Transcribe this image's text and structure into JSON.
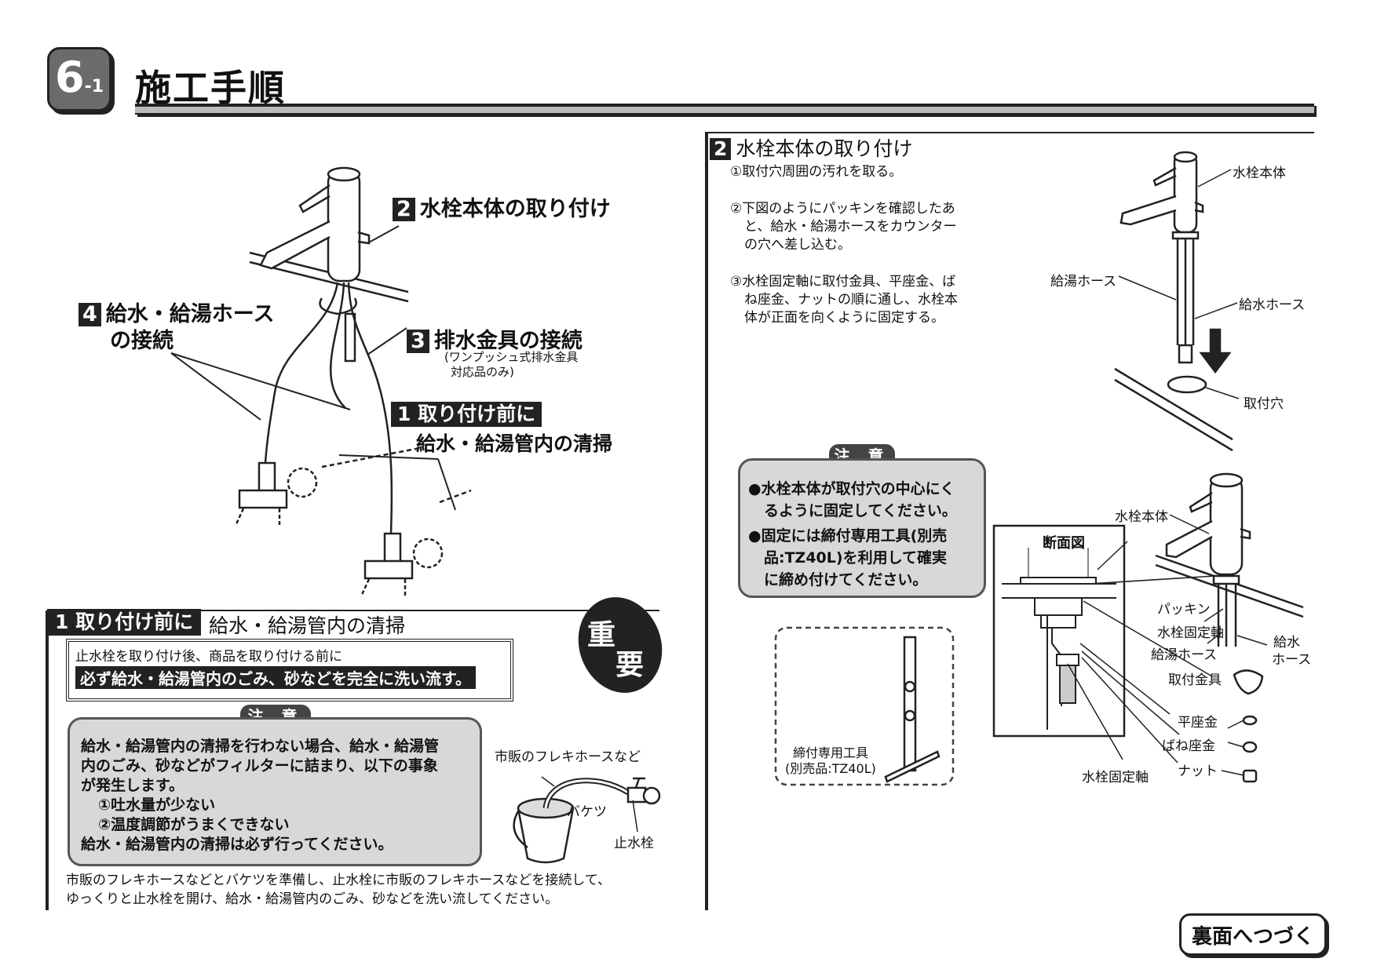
{
  "header": {
    "section_number": "6",
    "section_sub": "-1",
    "title": "施工手順"
  },
  "overview": {
    "step2": {
      "num": "2",
      "label": "水栓本体の取り付け"
    },
    "step4": {
      "num": "4",
      "label_line1": "給水・給湯ホース",
      "label_line2": "の接続"
    },
    "step3": {
      "num": "3",
      "label": "排水金具の接続",
      "sub1": "(ワンプッシュ式排水金具",
      "sub2": "対応品のみ)"
    },
    "step1": {
      "label": "1 取り付け前に",
      "sub": "給水・給湯管内の清掃"
    }
  },
  "section1": {
    "heading_tag": "1 取り付け前に",
    "heading_text": "給水・給湯管内の清掃",
    "important_badge": [
      "重",
      "要"
    ],
    "important_line1": "止水栓を取り付け後、商品を取り付ける前に",
    "important_line2": "必ず給水・給湯管内のごみ、砂などを完全に洗い流す。",
    "caution_label": "注 意",
    "caution_lines": [
      "給水・給湯管内の清掃を行わない場合、給水・給湯管",
      "内のごみ、砂などがフィルターに詰まり、以下の事象",
      "が発生します。",
      "①吐水量が少ない",
      "②温度調節がうまくできない",
      "給水・給湯管内の清掃は必ず行ってください。"
    ],
    "illus_labels": {
      "hose": "市販のフレキホースなど",
      "bucket": "バケツ",
      "stopcock": "止水栓"
    },
    "footer_line1": "市販のフレキホースなどとバケツを準備し、止水栓に市販のフレキホースなどを接続して、",
    "footer_line2": "ゆっくりと止水栓を開け、給水・給湯管内のごみ、砂などを洗い流してください。"
  },
  "section2": {
    "num": "2",
    "heading": "水栓本体の取り付け",
    "steps": [
      "①取付穴周囲の汚れを取る。",
      "②下図のようにパッキンを確認したあ",
      "と、給水・給湯ホースをカウンター",
      "の穴へ差し込む。",
      "③水栓固定軸に取付金具、平座金、ば",
      "ね座金、ナットの順に通し、水栓本",
      "体が正面を向くように固定する。"
    ],
    "top_labels": {
      "body": "水栓本体",
      "hot_hose": "給湯ホース",
      "cold_hose": "給水ホース",
      "hole": "取付穴"
    },
    "caution_label": "注 意",
    "caution_lines": [
      "●水栓本体が取付穴の中心にく",
      "るように固定してください。",
      "●固定には締付専用工具(別売",
      "品:TZ40L)を利用して確実",
      "に締め付けてください。"
    ],
    "tool_labels": [
      "締付専用工具",
      "(別売品:TZ40L)"
    ],
    "section_view": "断面図",
    "bottom_labels": {
      "body": "水栓本体",
      "packing": "パッキン",
      "shaft": "水栓固定軸",
      "hot_hose": "給湯ホース",
      "cold_hose1": "給水",
      "cold_hose2": "ホース",
      "bracket": "取付金具",
      "flat_washer": "平座金",
      "spring_washer": "ばね座金",
      "nut": "ナット",
      "shaft_bottom": "水栓固定軸"
    }
  },
  "footer": {
    "continue": "裏面へつづく"
  }
}
